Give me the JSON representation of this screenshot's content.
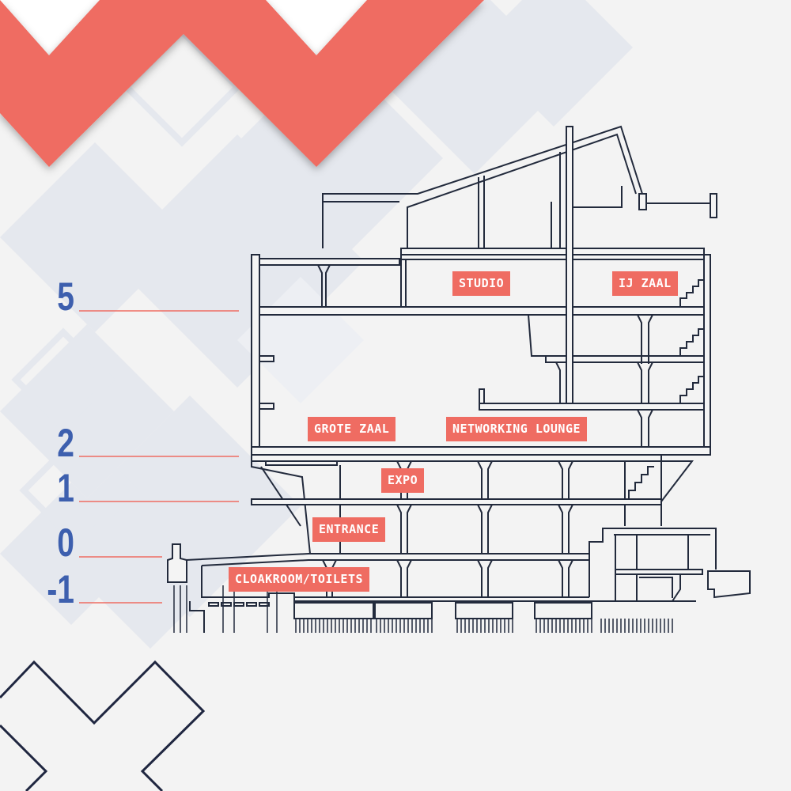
{
  "colors": {
    "accent": "#ef6c62",
    "ink": "#222a3c",
    "level_number": "#3d5fae",
    "background": "#f3f3f3",
    "pattern": "#e5e8ee"
  },
  "levels": [
    {
      "label": "5"
    },
    {
      "label": "2"
    },
    {
      "label": "1"
    },
    {
      "label": "0"
    },
    {
      "label": "-1"
    }
  ],
  "rooms": [
    {
      "label": "STUDIO"
    },
    {
      "label": "IJ ZAAL"
    },
    {
      "label": "GROTE ZAAL"
    },
    {
      "label": "NETWORKING LOUNGE"
    },
    {
      "label": "EXPO"
    },
    {
      "label": "ENTRANCE"
    },
    {
      "label": "CLOAKROOM/TOILETS"
    }
  ]
}
